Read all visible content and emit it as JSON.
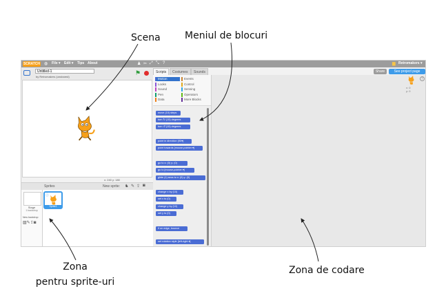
{
  "annotations": {
    "scena": "Scena",
    "meniul": "Meniul de blocuri",
    "zona_sprite_1": "Zona",
    "zona_sprite_2": "pentru sprite-uri",
    "zona_codare": "Zona de codare"
  },
  "menubar": {
    "logo": "SCRATCH",
    "items": [
      "File ▾",
      "Edit ▾",
      "Tips",
      "About"
    ],
    "user": "Retromakers ▾"
  },
  "project": {
    "title": "Untitled-1",
    "by": "by Retromakers (unshared)"
  },
  "stage": {
    "coords": "x: 240  y: 180"
  },
  "sprites_pane": {
    "label": "Sprites",
    "new_sprite": "New sprite:",
    "stage_label": "Stage",
    "stage_sub": "1 backdrop",
    "new_backdrop": "New backdrop:",
    "sprite_name": "Sprite1"
  },
  "tabs": [
    "Scripts",
    "Costumes",
    "Sounds"
  ],
  "buttons": {
    "share": "Share",
    "see_project": "See project page"
  },
  "categories": [
    {
      "label": "Motion",
      "color": "#4a6cd4"
    },
    {
      "label": "Events",
      "color": "#c88330"
    },
    {
      "label": "Looks",
      "color": "#8a55d7"
    },
    {
      "label": "Control",
      "color": "#e1a91a"
    },
    {
      "label": "Sound",
      "color": "#bb42c3"
    },
    {
      "label": "Sensing",
      "color": "#2ca5e2"
    },
    {
      "label": "Pen",
      "color": "#0e9a6c"
    },
    {
      "label": "Operators",
      "color": "#5cb712"
    },
    {
      "label": "Data",
      "color": "#ee7d16"
    },
    {
      "label": "More Blocks",
      "color": "#632d99"
    }
  ],
  "blocks": [
    "move (10) steps",
    "turn ↻ (15) degrees",
    "turn ↺ (15) degrees",
    "point in direction (90▾)",
    "point towards [mouse-pointer ▾]",
    "go to x: (0) y: (0)",
    "go to [mouse-pointer ▾]",
    "glide (1) secs to x: (0) y: (0)",
    "change x by (10)",
    "set x to (0)",
    "change y by (10)",
    "set y to (0)",
    "if on edge, bounce",
    "set rotation style [left-right ▾]"
  ],
  "script_area": {
    "sprite_coords": "x: 0\ny: 0",
    "help": "?"
  }
}
